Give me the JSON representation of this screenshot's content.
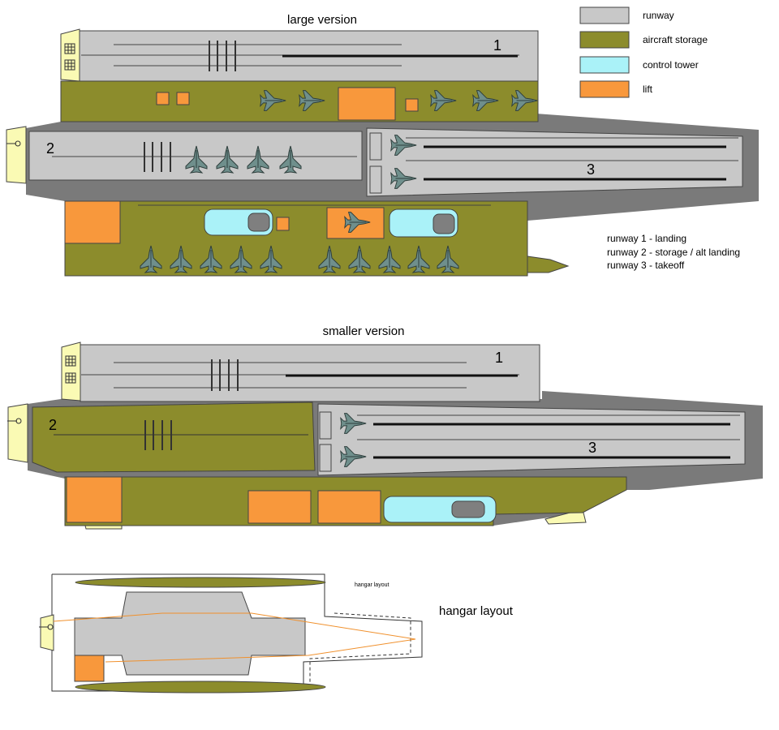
{
  "titles": {
    "large": "large version",
    "smaller": "smaller version",
    "hangar": "hangar layout",
    "hangar_small_note": "hangar layout"
  },
  "legend": [
    {
      "label": "runway",
      "color": "#c8c8c8"
    },
    {
      "label": "aircraft storage",
      "color": "#8c8c2c"
    },
    {
      "label": "control tower",
      "color": "#aaf2f8"
    },
    {
      "label": "lift",
      "color": "#f8983c"
    }
  ],
  "runway_numbers": {
    "one": "1",
    "two": "2",
    "three": "3"
  },
  "notes": [
    "runway 1 - landing",
    "runway 2 - storage / alt landing",
    "runway 3 - takeoff"
  ],
  "colors": {
    "runway": "#c8c8c8",
    "storage": "#8c8c2c",
    "tower": "#aaf2f8",
    "lift": "#f8983c",
    "hull": "#7a7a7a",
    "ends": "#fafab4",
    "aircraft": "#6f8f8c"
  },
  "icons": [
    "grid-window-icon",
    "anchor-icon",
    "aircraft-icon",
    "lamp-icon"
  ]
}
